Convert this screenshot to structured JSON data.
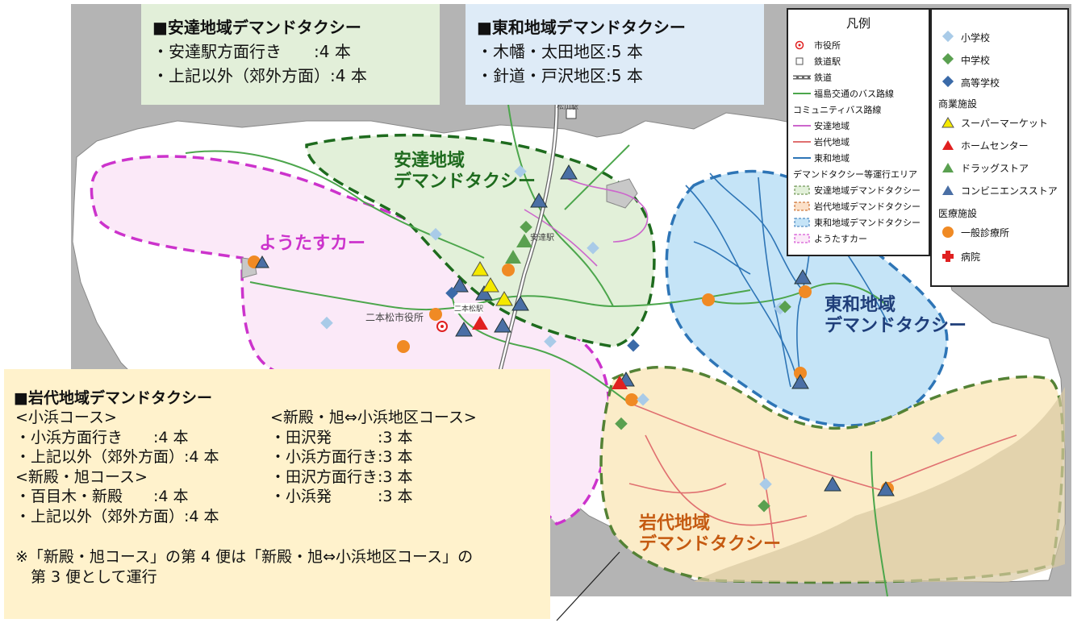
{
  "map_labels": {
    "adachi_area": "安達地域\nデマンドタクシー",
    "towa_area": "東和地域\nデマンドタクシー",
    "iwashiro_area": "岩代地域\nデマンドタクシー",
    "youtasu": "ようたすカー",
    "city_hall": "二本松市役所",
    "adachi_station": "安達駅",
    "nihonmatsu_station": "二本松駅",
    "matsukawa_station": "松川駅"
  },
  "adachi_box": {
    "title": "■安達地域デマンドタクシー",
    "lines": [
      "・安達駅方面行き　　:4 本",
      "・上記以外（郊外方面）:4 本"
    ]
  },
  "towa_box": {
    "title": "■東和地域デマンドタクシー",
    "lines": [
      "・木幡・太田地区:5 本",
      "・針道・戸沢地区:5 本"
    ]
  },
  "iwashiro_box": {
    "title": "■岩代地域デマンドタクシー",
    "left_lines": [
      "<小浜コース>",
      "・小浜方面行き　　:4 本",
      "・上記以外（郊外方面）:4 本",
      "<新殿・旭コース>",
      "・百目木・新殿　　:4 本",
      "・上記以外（郊外方面）:4 本"
    ],
    "right_lines": [
      "<新殿・旭⇔小浜地区コース>",
      "・田沢発　　　:3 本",
      "・小浜方面行き:3 本",
      "・田沢方面行き:3 本",
      "・小浜発　　　:3 本"
    ],
    "note_lines": [
      "※「新殿・旭コース」の第 4 便は「新殿・旭⇔小浜地区コース」の",
      "　第 3 便として運行"
    ]
  },
  "legend": {
    "title": "凡例",
    "city_hall": "市役所",
    "station": "鉄道駅",
    "railway": "鉄道",
    "fukushima_bus": "福島交通のバス路線",
    "community_bus": "コミュニティバス路線",
    "bus_adachi": "安達地域",
    "bus_iwashiro": "岩代地域",
    "bus_towa": "東和地域",
    "demand_area": "デマンドタクシー等運行エリア",
    "area_adachi": "安達地域デマンドタクシー",
    "area_iwashiro": "岩代地域デマンドタクシー",
    "area_towa": "東和地域デマンドタクシー",
    "area_youtasu": "ようたすカー",
    "elementary": "小学校",
    "junior_high": "中学校",
    "high_school": "高等学校",
    "commercial": "商業施設",
    "supermarket": "スーパーマーケット",
    "home_center": "ホームセンター",
    "drugstore": "ドラッグストア",
    "convenience": "コンビニエンスストア",
    "medical": "医療施設",
    "clinic": "一般診療所",
    "hospital": "病院"
  },
  "colors": {
    "adachi": "#1e6b1e",
    "towa": "#2e75b6",
    "iwashiro": "#c55a11",
    "youtasu": "#cc33cc",
    "fukushima_bus": "#4ca64c"
  }
}
